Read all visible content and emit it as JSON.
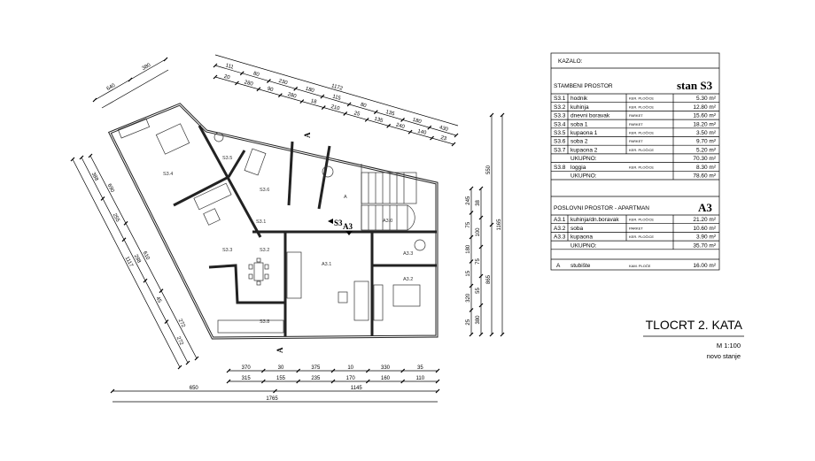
{
  "legend": {
    "title": "KAZALO:",
    "residential": {
      "heading": "STAMBENI PROSTOR",
      "unit": "stan S3",
      "rows": [
        {
          "id": "S3.1",
          "name": "hodnik",
          "floor": "KER. PLOČICE",
          "area": "5.30 m²"
        },
        {
          "id": "S3.2",
          "name": "kuhinja",
          "floor": "KER. PLOČICE",
          "area": "12.80 m²"
        },
        {
          "id": "S3.3",
          "name": "dnevni boravak",
          "floor": "PARKET",
          "area": "15.60 m²"
        },
        {
          "id": "S3.4",
          "name": "soba 1",
          "floor": "PARKET",
          "area": "18.20 m²"
        },
        {
          "id": "S3.5",
          "name": "kupaona 1",
          "floor": "KER. PLOČICE",
          "area": "3.50 m²"
        },
        {
          "id": "S3.6",
          "name": "soba 2",
          "floor": "PARKET",
          "area": "9.70 m²"
        },
        {
          "id": "S3.7",
          "name": "kupaona 2",
          "floor": "KER. PLOČICE",
          "area": "5.20 m²"
        }
      ],
      "subtotal_label": "UKUPNO:",
      "subtotal": "70.30 m²",
      "loggia": {
        "id": "S3.8",
        "name": "loggia",
        "floor": "KER. PLOČICE",
        "area": "8.30 m²"
      },
      "total_label": "UKUPNO:",
      "total": "78.60 m²"
    },
    "business": {
      "heading": "POSLOVNI PROSTOR - APARTMAN",
      "unit": "A3",
      "rows": [
        {
          "id": "A3.1",
          "name": "kuhinja/dn.boravak",
          "floor": "KER. PLOČICE",
          "area": "21.20 m²"
        },
        {
          "id": "A3.2",
          "name": "soba",
          "floor": "PARKET",
          "area": "10.60 m²"
        },
        {
          "id": "A3.3",
          "name": "kupaona",
          "floor": "KER. PLOČICE",
          "area": "3.90 m²"
        }
      ],
      "total_label": "UKUPNO:",
      "total": "35.70 m²"
    },
    "common": {
      "id": "A",
      "name": "stubište",
      "floor": "KAM. PLOČE",
      "area": "16.00 m²"
    }
  },
  "title_block": {
    "title": "TLOCRT 2. KATA",
    "scale": "M 1:100",
    "status": "novo stanje"
  },
  "plan": {
    "rooms": [
      "S3.4",
      "S3.5",
      "S3.6",
      "S3.1",
      "S3.3",
      "S3.2",
      "S3.8",
      "A",
      "A3.1",
      "A3.2",
      "A3.3",
      "A3.0"
    ],
    "unit_markers": [
      "S3",
      "A3"
    ],
    "section_mark": "A"
  },
  "dimensions": {
    "top_total": "1172",
    "top_row2": [
      "111",
      "80",
      "230",
      "180",
      "115",
      "80",
      "135",
      "180",
      "430"
    ],
    "top_row3": [
      "20",
      "280",
      "90",
      "280",
      "18",
      "210",
      "25",
      "135",
      "240",
      "140",
      "23"
    ],
    "top_left": [
      "640",
      "380"
    ],
    "bottom_row1": [
      "370",
      "30",
      "375",
      "10",
      "330",
      "35"
    ],
    "bottom_row2": [
      "315",
      "155",
      "235",
      "170",
      "160",
      "110"
    ],
    "bottom_row3": [
      "650",
      "1145"
    ],
    "bottom_total": "1765",
    "right_col1": [
      "245",
      "75",
      "180",
      "15",
      "320",
      "25"
    ],
    "right_col2": [
      "38",
      "100",
      "75",
      "55",
      "380"
    ],
    "right_col3": [
      "550",
      "865"
    ],
    "right_col4": [
      "1165"
    ],
    "left_outer": [
      "1117"
    ],
    "left_mid": [
      "388",
      "255",
      "288",
      "45",
      "272"
    ],
    "left_inner": [
      "690",
      "610",
      "272"
    ]
  }
}
